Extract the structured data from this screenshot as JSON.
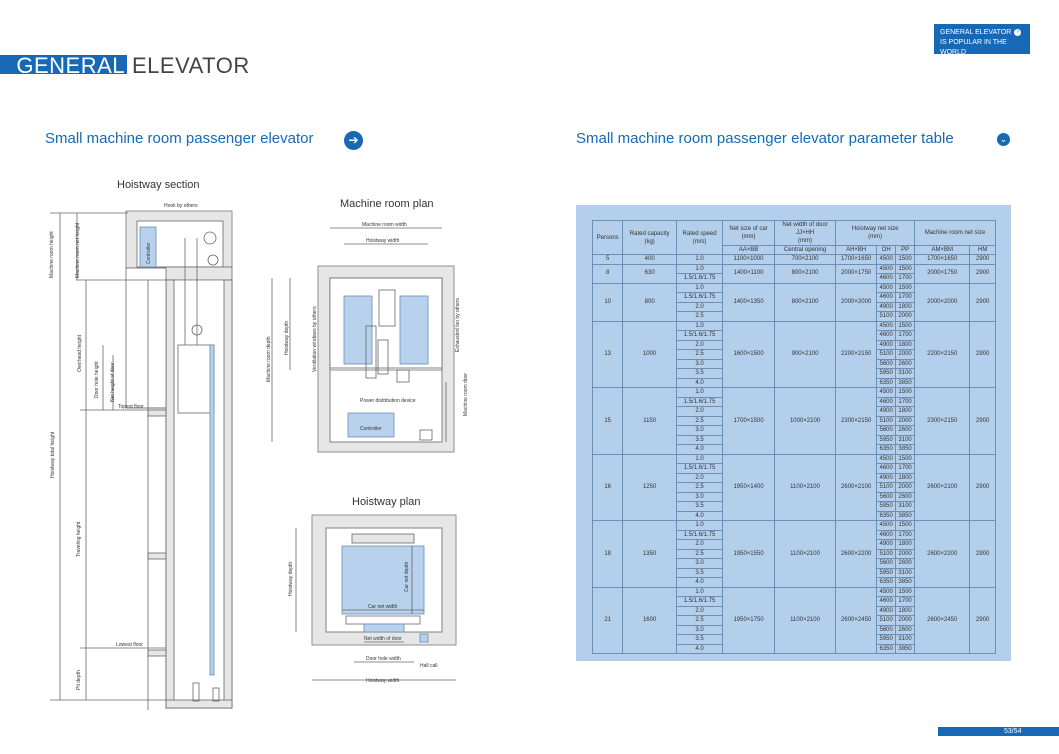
{
  "badge": {
    "line1": "GENERAL ELEVATOR",
    "line2": "IS POPULAR IN THE WORLD"
  },
  "title": {
    "highlight": "GENERAL",
    "rest": "ELEVATOR"
  },
  "left_section": {
    "heading": "Small machine room passenger elevator"
  },
  "right_section": {
    "heading": "Small machine room passenger elevator parameter table"
  },
  "diagrams": {
    "hoistway_section": "Hoistway section",
    "machine_room_plan": "Machine room plan",
    "hoistway_plan": "Hoistway plan",
    "labels": {
      "hook": "Hook by others",
      "controller": "Controller",
      "machine_room_height": "Machine room height",
      "machine_room_net_height": "Machine room net height",
      "overhead_height": "Overhead height",
      "door_hole_height": "Door hole height",
      "net_height_of_door": "Net height of door",
      "topest_floor": "Topest floor",
      "hoistway_total_height": "Hoistway total height",
      "traveling_height": "Traveling height",
      "lowest_floor": "Lowest floor",
      "pit_depth": "Pit depth",
      "machine_room_width": "Machine room width",
      "hoistway_width": "Hoistway width",
      "hoistway_depth": "Hoistway depth",
      "machine_room_depth": "Machine room depth",
      "ventilation_windows": "Ventilation windows by others",
      "exhausted_fan": "Exhausted fan by others",
      "machine_room_door": "Machine room door",
      "power_distribution": "Power distribution device",
      "car_net_width": "Car net width",
      "car_net_depth": "Car net depth",
      "net_width_of_door": "Net width of door",
      "door_hole_width": "Door hole width",
      "hall_call": "Hall call"
    }
  },
  "table": {
    "headers": {
      "persons": "Persons",
      "rated_capacity": "Rated capacity",
      "rated_capacity_unit": "(kg)",
      "rated_speed": "Rated speed",
      "rated_speed_unit": "(m/s)",
      "net_size_car": "Net size of car",
      "net_size_car_unit": "(mm)",
      "net_width_door": "Net width of door",
      "net_width_door_sub": "JJ×HH",
      "net_width_door_unit": "(mm)",
      "hoistway_net": "Hoistway net size",
      "hoistway_net_unit": "(mm)",
      "machine_room_net": "Machine room net size",
      "aaxbb": "AA×BB",
      "central_opening": "Central opening",
      "ahxbh": "AH×BH",
      "oh": "OH",
      "pp": "PP",
      "amxbm": "AM×BM",
      "hm": "HM"
    },
    "groups": [
      {
        "persons": "5",
        "capacity": "400",
        "car": "1100×1000",
        "door": "700×2100",
        "hoistway": "1700×1650",
        "machine": "1700×1650",
        "hm": "2900",
        "rows": [
          {
            "speed": "1.0",
            "oh": "4500",
            "pp": "1500"
          }
        ]
      },
      {
        "persons": "8",
        "capacity": "630",
        "car": "1400×1100",
        "door": "800×2100",
        "hoistway": "2000×1750",
        "machine": "2000×1750",
        "hm": "2900",
        "rows": [
          {
            "speed": "1.0",
            "oh": "4500",
            "pp": "1500"
          },
          {
            "speed": "1.5/1.6/1.75",
            "oh": "4600",
            "pp": "1700"
          }
        ]
      },
      {
        "persons": "10",
        "capacity": "800",
        "car": "1400×1350",
        "door": "800×2100",
        "hoistway": "2000×2000",
        "machine": "2000×2000",
        "hm": "2900",
        "rows": [
          {
            "speed": "1.0",
            "oh": "4500",
            "pp": "1500"
          },
          {
            "speed": "1.5/1.6/1.75",
            "oh": "4600",
            "pp": "1700"
          },
          {
            "speed": "2.0",
            "oh": "4900",
            "pp": "1800"
          },
          {
            "speed": "2.5",
            "oh": "5100",
            "pp": "2000"
          }
        ]
      },
      {
        "persons": "13",
        "capacity": "1000",
        "car": "1600×1500",
        "door": "900×2100",
        "hoistway": "2200×2150",
        "machine": "2200×2150",
        "hm": "2900",
        "rows": [
          {
            "speed": "1.0",
            "oh": "4500",
            "pp": "1500"
          },
          {
            "speed": "1.5/1.6/1.75",
            "oh": "4600",
            "pp": "1700"
          },
          {
            "speed": "2.0",
            "oh": "4900",
            "pp": "1800"
          },
          {
            "speed": "2.5",
            "oh": "5100",
            "pp": "2000"
          },
          {
            "speed": "3.0",
            "oh": "5600",
            "pp": "2600"
          },
          {
            "speed": "3.5",
            "oh": "5950",
            "pp": "3100"
          },
          {
            "speed": "4.0",
            "oh": "6350",
            "pp": "3850"
          }
        ]
      },
      {
        "persons": "15",
        "capacity": "1150",
        "car": "1700×1500",
        "door": "1000×2100",
        "hoistway": "2300×2150",
        "machine": "2300×2150",
        "hm": "2900",
        "rows": [
          {
            "speed": "1.0",
            "oh": "4500",
            "pp": "1500"
          },
          {
            "speed": "1.5/1.6/1.75",
            "oh": "4600",
            "pp": "1700"
          },
          {
            "speed": "2.0",
            "oh": "4900",
            "pp": "1800"
          },
          {
            "speed": "2.5",
            "oh": "5100",
            "pp": "2000"
          },
          {
            "speed": "3.0",
            "oh": "5600",
            "pp": "2600"
          },
          {
            "speed": "3.5",
            "oh": "5950",
            "pp": "3100"
          },
          {
            "speed": "4.0",
            "oh": "6350",
            "pp": "3850"
          }
        ]
      },
      {
        "persons": "16",
        "capacity": "1250",
        "car": "1950×1400",
        "door": "1100×2100",
        "hoistway": "2600×2100",
        "machine": "2600×2100",
        "hm": "2900",
        "rows": [
          {
            "speed": "1.0",
            "oh": "4500",
            "pp": "1500"
          },
          {
            "speed": "1.5/1.6/1.75",
            "oh": "4600",
            "pp": "1700"
          },
          {
            "speed": "2.0",
            "oh": "4900",
            "pp": "1800"
          },
          {
            "speed": "2.5",
            "oh": "5100",
            "pp": "2000"
          },
          {
            "speed": "3.0",
            "oh": "5600",
            "pp": "2600"
          },
          {
            "speed": "3.5",
            "oh": "5950",
            "pp": "3100"
          },
          {
            "speed": "4.0",
            "oh": "6350",
            "pp": "3850"
          }
        ]
      },
      {
        "persons": "18",
        "capacity": "1350",
        "car": "1950×1550",
        "door": "1100×2100",
        "hoistway": "2600×2200",
        "machine": "2600×2200",
        "hm": "2900",
        "rows": [
          {
            "speed": "1.0",
            "oh": "4500",
            "pp": "1500"
          },
          {
            "speed": "1.5/1.6/1.75",
            "oh": "4600",
            "pp": "1700"
          },
          {
            "speed": "2.0",
            "oh": "4900",
            "pp": "1800"
          },
          {
            "speed": "2.5",
            "oh": "5100",
            "pp": "2000"
          },
          {
            "speed": "3.0",
            "oh": "5600",
            "pp": "2600"
          },
          {
            "speed": "3.5",
            "oh": "5950",
            "pp": "3100"
          },
          {
            "speed": "4.0",
            "oh": "6350",
            "pp": "3850"
          }
        ]
      },
      {
        "persons": "21",
        "capacity": "1600",
        "car": "1950×1750",
        "door": "1100×2100",
        "hoistway": "2600×2450",
        "machine": "2600×2450",
        "hm": "2900",
        "rows": [
          {
            "speed": "1.0",
            "oh": "4500",
            "pp": "1500"
          },
          {
            "speed": "1.5/1.6/1.75",
            "oh": "4600",
            "pp": "1700"
          },
          {
            "speed": "2.0",
            "oh": "4900",
            "pp": "1800"
          },
          {
            "speed": "2.5",
            "oh": "5100",
            "pp": "2000"
          },
          {
            "speed": "3.0",
            "oh": "5600",
            "pp": "2600"
          },
          {
            "speed": "3.5",
            "oh": "5950",
            "pp": "3100"
          },
          {
            "speed": "4.0",
            "oh": "6350",
            "pp": "3850"
          }
        ]
      }
    ]
  },
  "page_number": "53/54"
}
